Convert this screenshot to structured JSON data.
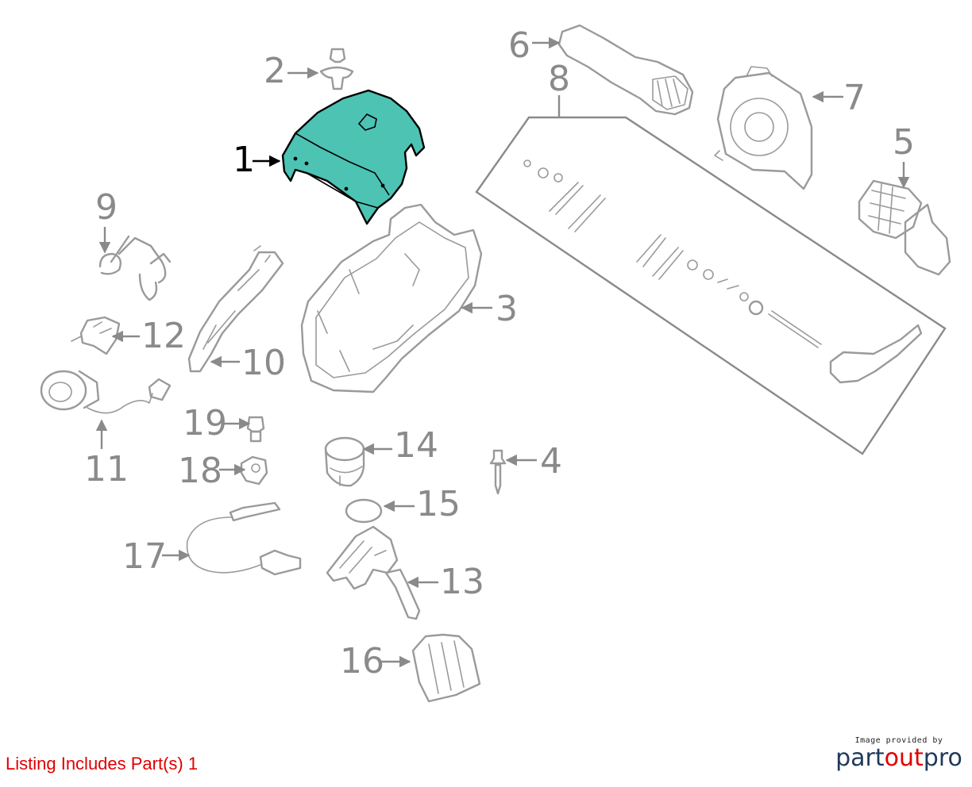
{
  "diagram": {
    "highlight_color": "#4dc3b4",
    "callouts": [
      {
        "id": "1",
        "label": "1",
        "highlighted": true
      },
      {
        "id": "2",
        "label": "2"
      },
      {
        "id": "3",
        "label": "3"
      },
      {
        "id": "4",
        "label": "4"
      },
      {
        "id": "5",
        "label": "5"
      },
      {
        "id": "6",
        "label": "6"
      },
      {
        "id": "7",
        "label": "7"
      },
      {
        "id": "8",
        "label": "8"
      },
      {
        "id": "9",
        "label": "9"
      },
      {
        "id": "10",
        "label": "10"
      },
      {
        "id": "11",
        "label": "11"
      },
      {
        "id": "12",
        "label": "12"
      },
      {
        "id": "13",
        "label": "13"
      },
      {
        "id": "14",
        "label": "14"
      },
      {
        "id": "15",
        "label": "15"
      },
      {
        "id": "16",
        "label": "16"
      },
      {
        "id": "17",
        "label": "17"
      },
      {
        "id": "18",
        "label": "18"
      },
      {
        "id": "19",
        "label": "19"
      }
    ]
  },
  "listing_note": "Listing Includes Part(s) 1",
  "provider": {
    "small_text": "Image provided by",
    "brand_part1": "part",
    "brand_part2": "out",
    "brand_part3": "pro"
  }
}
